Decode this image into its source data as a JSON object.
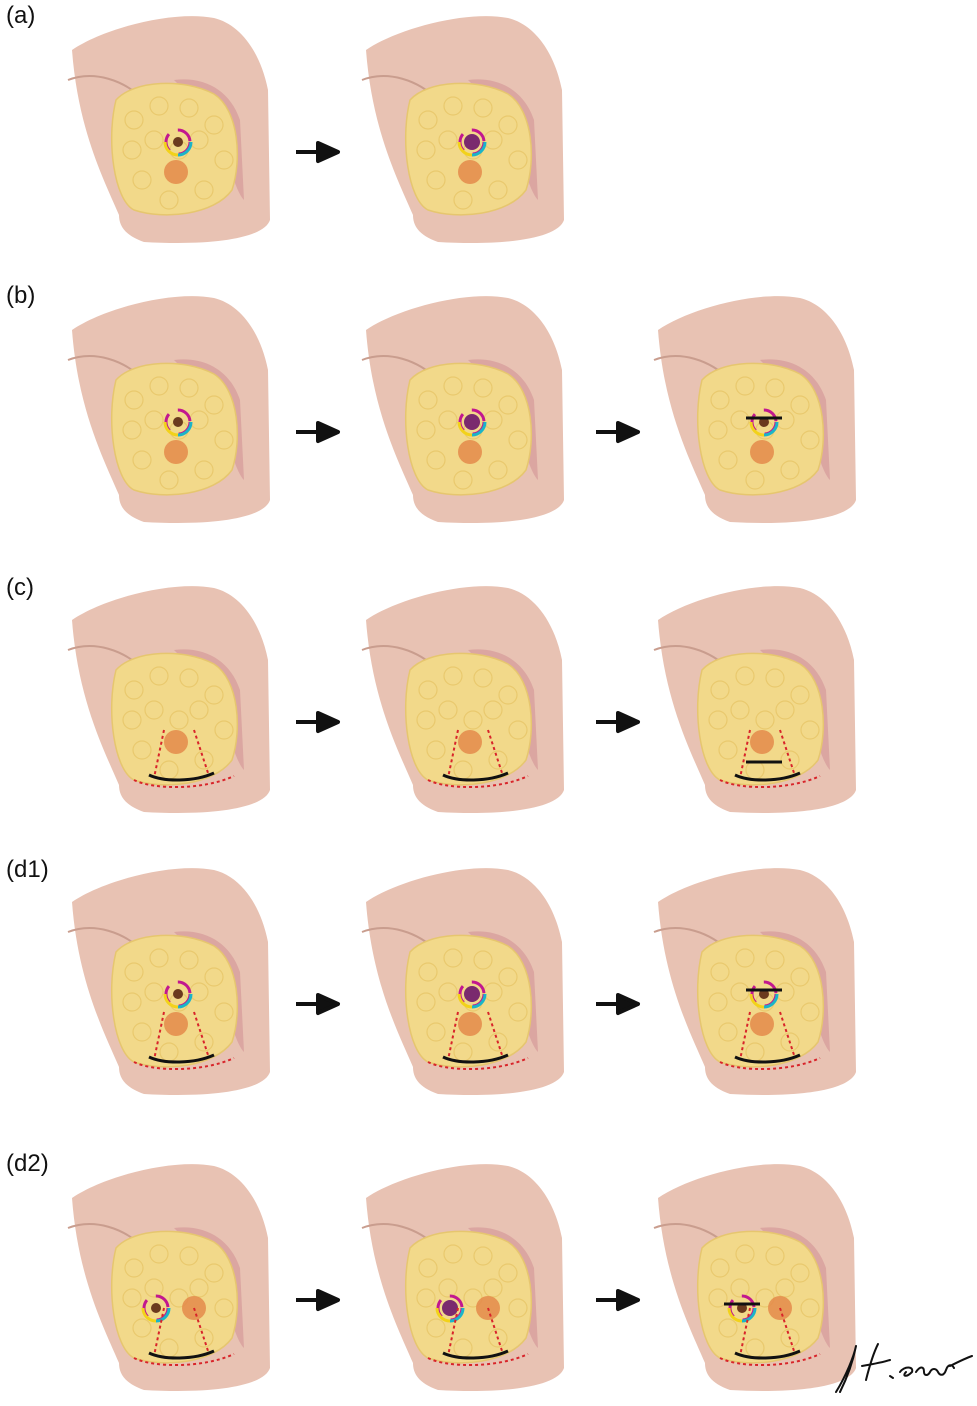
{
  "rows": [
    {
      "label": "(a)",
      "panels": 2
    },
    {
      "label": "(b)",
      "panels": 3
    },
    {
      "label": "(c)",
      "panels": 3
    },
    {
      "label": "(d1)",
      "panels": 3
    },
    {
      "label": "(d2)",
      "panels": 3
    }
  ],
  "signature": "H. Sasaki",
  "colors": {
    "skin": "#e8c2b3",
    "gland": "#f2d98a",
    "muscle": "#d69a9a",
    "nipple": "#e48a4a",
    "magenta": "#c2188f",
    "yellow": "#f2d21a",
    "cyan": "#1bb4c8",
    "black": "#111111",
    "red_dotted": "#d8242a",
    "purple": "#7a2a6e"
  }
}
